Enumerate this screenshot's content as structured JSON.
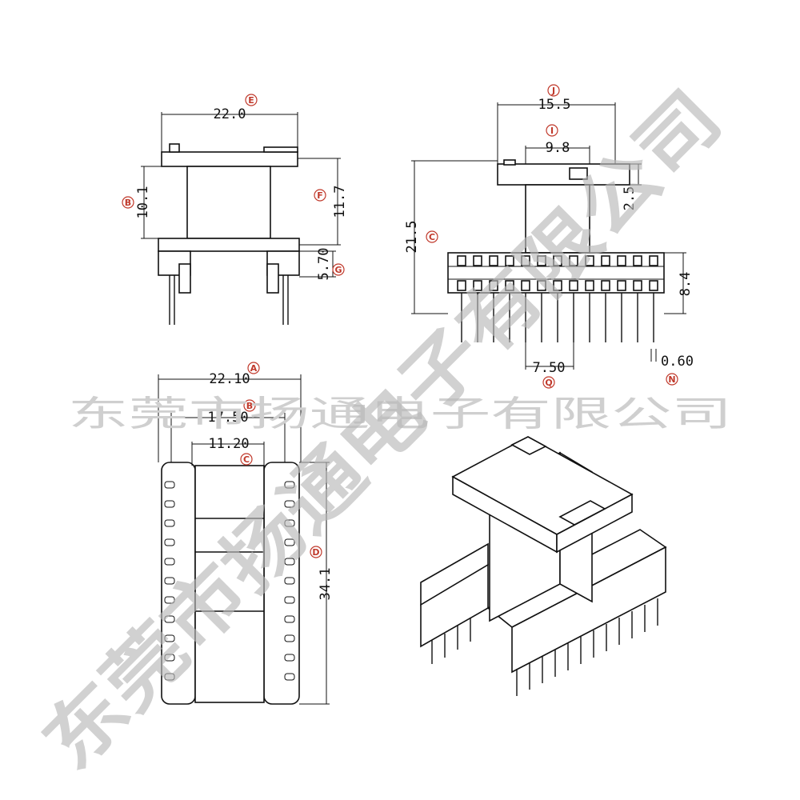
{
  "watermark": {
    "line": "东莞市扬通电子有限公司",
    "diagonal": "东莞市扬通电子有限公司"
  },
  "front_view": {
    "width_dim": "22.0",
    "width_tag": "E",
    "left_height_dim": "10.1",
    "left_height_tag": "B",
    "right_height_dim": "11.7",
    "right_height_tag": "F",
    "base_dim": "5.70",
    "base_tag": "G"
  },
  "side_view": {
    "outer_dim": "15.5",
    "outer_tag": "J",
    "inner_dim": "9.8",
    "inner_tag": "I",
    "flange_dim": "2.5",
    "total_height_dim": "21.5",
    "total_height_tag": "C",
    "base_height_dim": "8.4",
    "pitch_dim": "7.50",
    "pitch_tag": "Q",
    "pin_dim": "0.60",
    "pin_tag": "N"
  },
  "top_view": {
    "outer_dim": "22.10",
    "outer_tag": "A",
    "mid_dim": "17.50",
    "mid_tag": "B",
    "inner_dim": "11.20",
    "inner_tag": "C",
    "length_dim": "34.1",
    "length_tag": "D"
  }
}
